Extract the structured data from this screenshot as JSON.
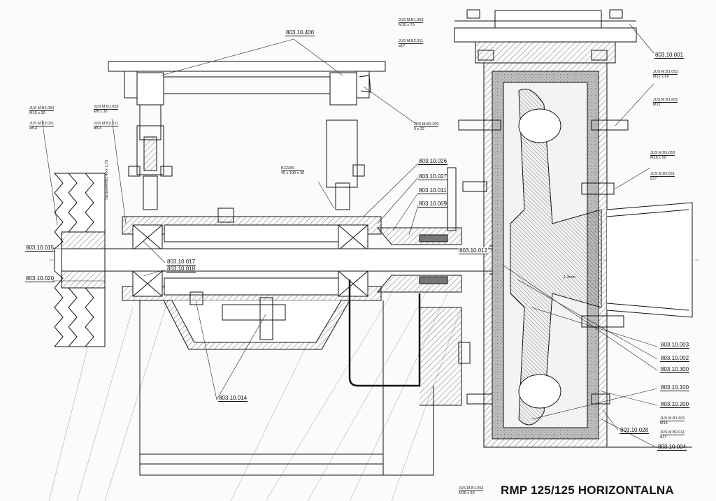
{
  "title": "RMP 125/125 HORIZONTALNA",
  "part_numbers": {
    "p400": "803.10.400",
    "p001": "803.10.001",
    "p026": "803.10.026",
    "p027": "803.10.027",
    "p011": "803.10.011",
    "p009": "803.10.009",
    "p015": "803.10.015",
    "p020": "803.10.020",
    "p017": "803.10.017",
    "p018": "803.10.018",
    "p012": "803.10.012",
    "p014": "803.10.014",
    "p003": "803.10.003",
    "p002": "803.10.002",
    "p300": "803.10.300",
    "p100": "803.10.100",
    "p200": "803.10.200",
    "p028": "803.10.028",
    "p004": "803.10.004"
  },
  "standards": {
    "s1": {
      "a": "JUS M.B1.053",
      "b": "M16 x 70"
    },
    "s2": {
      "a": "JUS M.B2.011",
      "b": "ø17"
    },
    "s3": {
      "a": "JUS M.B1.053",
      "b": "M12 x 60"
    },
    "s4": {
      "a": "JUS M.B1.601",
      "b": "M12"
    },
    "s5": {
      "a": "JUS M.B1.053",
      "b": "M16 x 50"
    },
    "s6": {
      "a": "JUS M.B2.011",
      "b": "ø17"
    },
    "s7": {
      "a": "JUS M.B1.053",
      "b": "M10 x 30"
    },
    "s8": {
      "a": "JUS M.B2.011",
      "b": "ø8,4"
    },
    "s9": {
      "a": "JUS M.B1.053",
      "b": "M8 x 30"
    },
    "s10": {
      "a": "JUS M.B2.011",
      "b": "ø8,4"
    },
    "s11": {
      "a": "JUS M.B2.300",
      "b": "5 x 32"
    },
    "s12": {
      "a": "B22309",
      "b": "45 x 100 x 36"
    },
    "s13": {
      "a": "JUS M.B1.601",
      "b": "M16"
    },
    "s14": {
      "a": "JUS M.B2.011",
      "b": "ø17"
    },
    "s15": {
      "a": "JUS M.B1.053",
      "b": "M16 x 50"
    }
  },
  "annotations": {
    "seeger": "SEGERRING 40 x 1,75",
    "gap": "1-3mm"
  },
  "colors": {
    "line": "#111111",
    "hatch": "#444444",
    "paper": "#fbfbf9"
  }
}
